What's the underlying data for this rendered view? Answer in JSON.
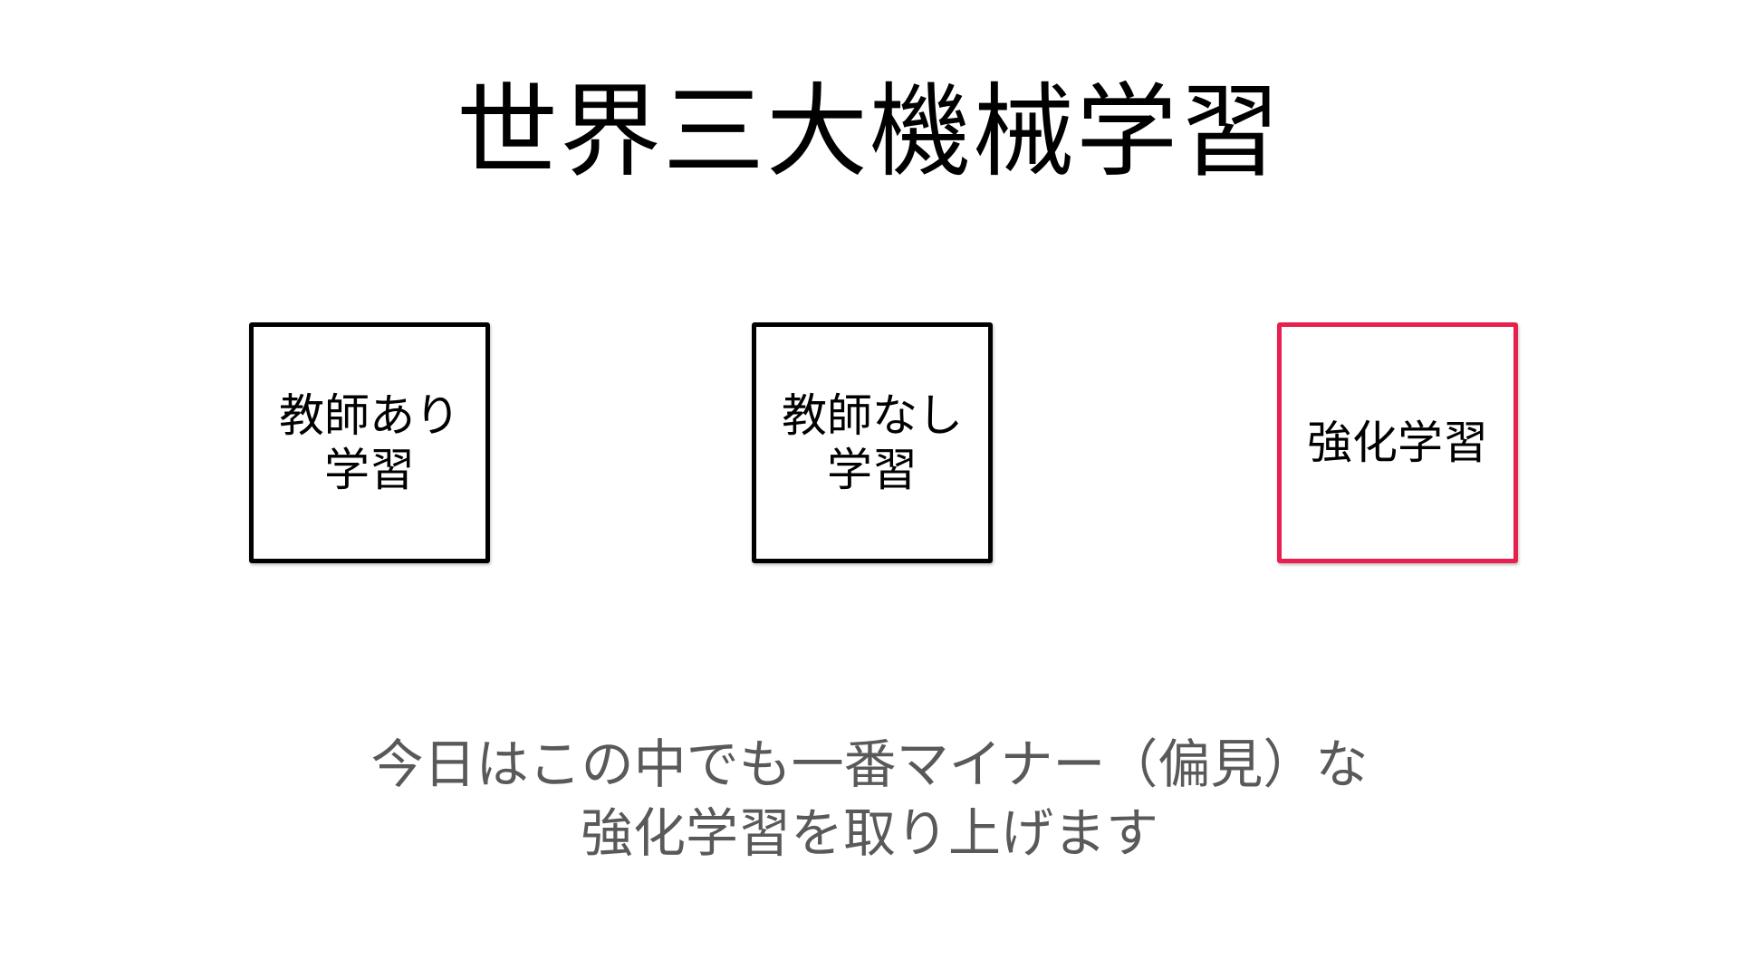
{
  "slide": {
    "title": "世界三大機械学習",
    "boxes": [
      {
        "label": "教師あり\n学習",
        "border_color": "#000000"
      },
      {
        "label": "教師なし\n学習",
        "border_color": "#000000"
      },
      {
        "label": "強化学習",
        "border_color": "#e8204f"
      }
    ],
    "caption": "今日はこの中でも一番マイナー（偏見）な\n強化学習を取り上げます"
  },
  "colors": {
    "title_text": "#000000",
    "caption_text": "#595959",
    "highlight_border": "#e8204f"
  }
}
